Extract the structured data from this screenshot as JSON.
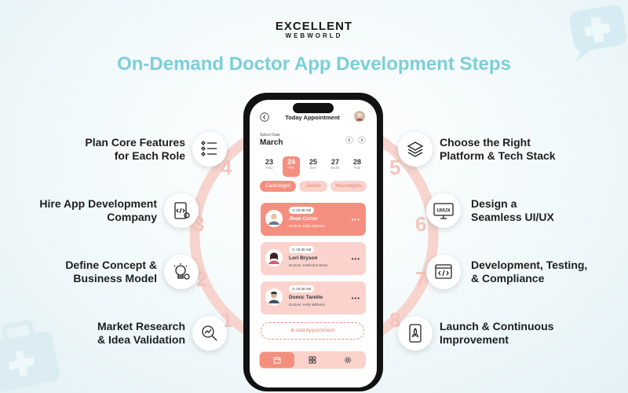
{
  "brand": {
    "name_top": "EXCELLENT",
    "name_bottom": "WEBWORLD"
  },
  "title": "On-Demand Doctor App Development Steps",
  "colors": {
    "accent_teal": "#7ccfd8",
    "coral": "#f48f7f",
    "coral_light": "#fbd3cc",
    "ring": "#f7d4ce"
  },
  "steps": [
    {
      "number": "1",
      "line1": "Market Research",
      "line2": "& Idea Validation",
      "icon": "magnifier-chart-icon"
    },
    {
      "number": "2",
      "line1": "Define Concept &",
      "line2": "Business Model",
      "icon": "lightbulb-gear-icon"
    },
    {
      "number": "3",
      "line1": "Hire App Development",
      "line2": "Company",
      "icon": "code-document-icon"
    },
    {
      "number": "4",
      "line1": "Plan Core Features",
      "line2": "for Each Role",
      "icon": "checklist-icon"
    },
    {
      "number": "5",
      "line1": "Choose the Right",
      "line2": "Platform & Tech Stack",
      "icon": "layers-stack-icon"
    },
    {
      "number": "6",
      "line1": "Design a",
      "line2": "Seamless UI/UX",
      "icon": "uiux-monitor-icon"
    },
    {
      "number": "7",
      "line1": "Development, Testing,",
      "line2": "& Compliance",
      "icon": "browser-code-icon"
    },
    {
      "number": "8",
      "line1": "Launch & Continuous",
      "line2": "Improvement",
      "icon": "rocket-phone-icon"
    }
  ],
  "phone": {
    "header_title": "Today Appointment",
    "select_date_label": "Select Date",
    "month": "March",
    "dates": [
      {
        "day": "23",
        "weekday": "THU",
        "selected": false
      },
      {
        "day": "24",
        "weekday": "FRI",
        "selected": true
      },
      {
        "day": "25",
        "weekday": "SAT",
        "selected": false
      },
      {
        "day": "27",
        "weekday": "MON",
        "selected": false
      },
      {
        "day": "28",
        "weekday": "TUE",
        "selected": false
      }
    ],
    "categories": [
      {
        "label": "Cardiologist",
        "selected": true
      },
      {
        "label": "Dentist",
        "selected": false
      },
      {
        "label": "Neurologists",
        "selected": false
      }
    ],
    "appointments": [
      {
        "time": "10:30 AM",
        "name": "Jhon Carter",
        "doctor": "Doctors: Kelly Williams",
        "active": true
      },
      {
        "time": "10:30 AM",
        "name": "Lori Bryson",
        "doctor": "Doctors: Katherine Moss",
        "active": false
      },
      {
        "time": "10:30 AM",
        "name": "Domic Taretto",
        "doctor": "Doctors: Kelly Williams",
        "active": false
      }
    ],
    "add_appointment_label": "Add Appointment",
    "tab_icons": [
      "calendar-icon",
      "grid-icon",
      "settings-icon"
    ]
  }
}
